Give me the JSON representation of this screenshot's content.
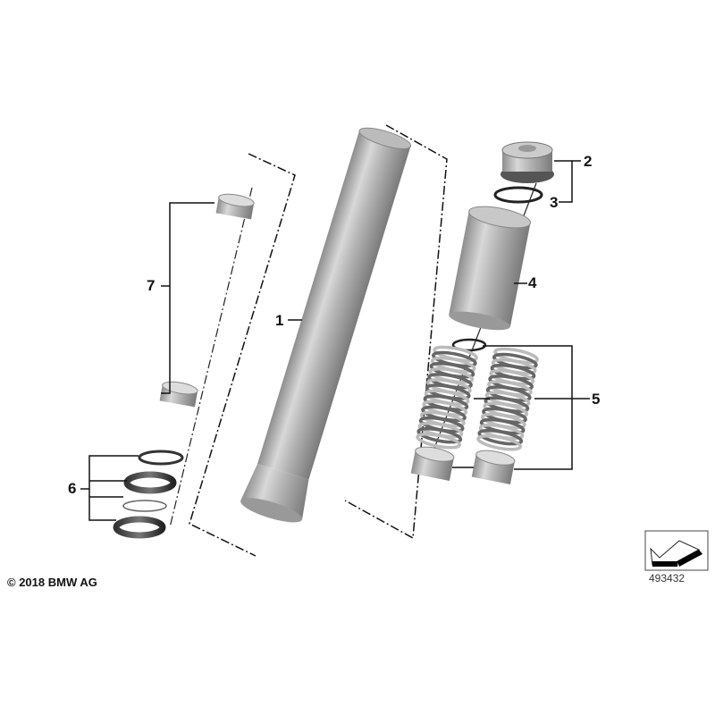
{
  "parts": [
    {
      "number": "1"
    },
    {
      "number": "2"
    },
    {
      "number": "3"
    },
    {
      "number": "4"
    },
    {
      "number": "5"
    },
    {
      "number": "6"
    },
    {
      "number": "7"
    }
  ],
  "copyright": "© 2018 BMW AG",
  "diagram_number": "493432",
  "icon": "back-arrow-icon"
}
